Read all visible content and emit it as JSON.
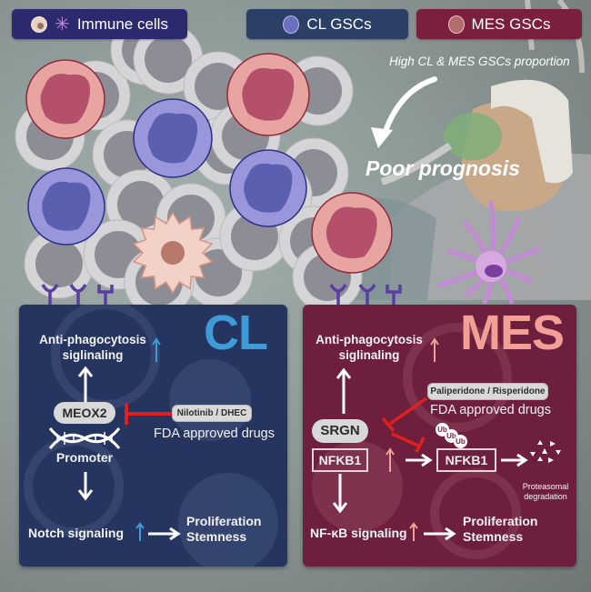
{
  "legend": {
    "immune_cells": "Immune cells",
    "cl_gscs": "CL GSCs",
    "mes_gscs": "MES GSCs"
  },
  "colors": {
    "immune_bg": "#2c2a6e",
    "cl_bg": "#2c3f66",
    "mes_bg": "#7a1f3d",
    "cl_panel": "#25355f",
    "mes_panel": "#6e1f3d",
    "cl_accent": "#3f9bd8",
    "mes_accent": "#f2a096",
    "inhibit_red": "#e02020"
  },
  "scene": {
    "proportion_text": "High CL & MES GSCs proportion",
    "outcome_text": "Poor prognosis"
  },
  "cl_panel": {
    "title": "CL",
    "anti_phago_line1": "Anti-phagocytosis",
    "anti_phago_line2": "siglinaling",
    "gene": "MEOX2",
    "drug_label": "Nilotinib / DHEC",
    "fda_label": "FDA approved drugs",
    "promoter_label": "Promoter",
    "pathway_label": "Notch signaling",
    "outcome_line1": "Proliferation",
    "outcome_line2": "Stemness"
  },
  "mes_panel": {
    "title": "MES",
    "anti_phago_line1": "Anti-phagocytosis",
    "anti_phago_line2": "siglinaling",
    "drug_label": "Paliperidone / Risperidone",
    "fda_label": "FDA approved drugs",
    "gene": "SRGN",
    "nfkb_left": "NFKB1",
    "nfkb_right": "NFKB1",
    "ubiquitin": [
      "Ub",
      "Ub",
      "Ub"
    ],
    "degradation_line1": "Proteasomal",
    "degradation_line2": "degradation",
    "pathway_label": "NF-κB signaling",
    "outcome_line1": "Proliferation",
    "outcome_line2": "Stemness"
  }
}
